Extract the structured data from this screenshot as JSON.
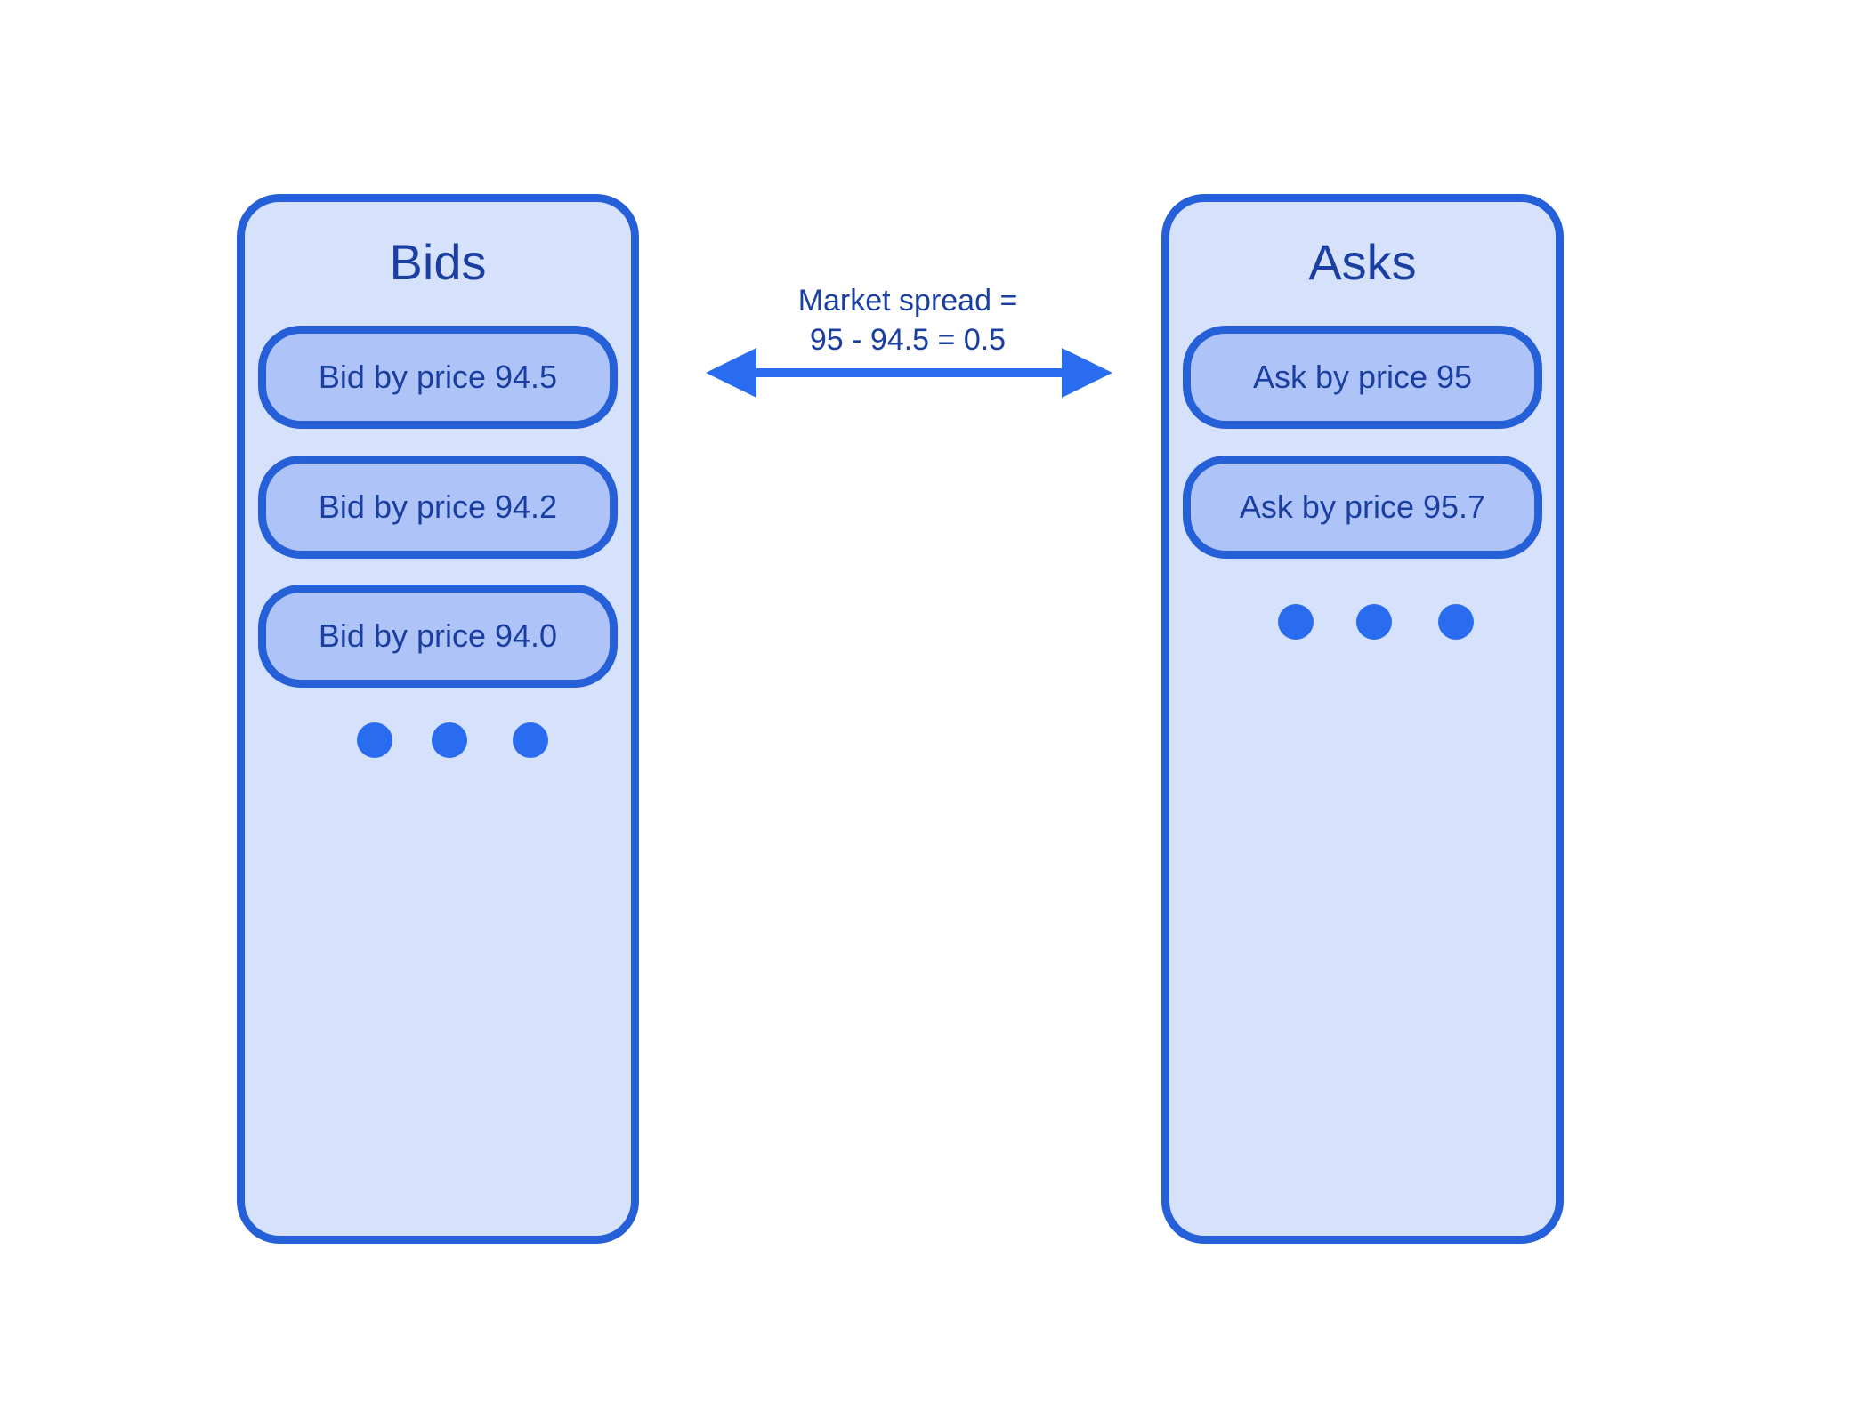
{
  "bids": {
    "title": "Bids",
    "orders": [
      "Bid by price 94.5",
      "Bid by price 94.2",
      "Bid by price 94.0"
    ]
  },
  "asks": {
    "title": "Asks",
    "orders": [
      "Ask by price 95",
      "Ask by price 95.7"
    ]
  },
  "spread": {
    "line1": "Market spread =",
    "line2": "95 - 94.5 = 0.5"
  },
  "colors": {
    "border": "#2660d8",
    "panel_fill": "#d6e2fb",
    "order_fill": "#aec4f8",
    "text": "#1a3fa0",
    "accent": "#2a6cf0"
  }
}
